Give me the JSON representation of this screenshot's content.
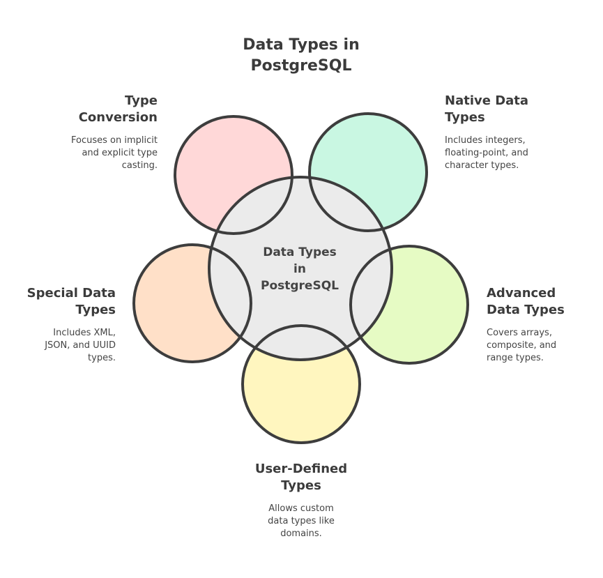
{
  "title": "Data Types in\nPostgreSQL",
  "center": {
    "label": "Data Types\nin\nPostgreSQL",
    "fill": "#ebebeb"
  },
  "nodes": [
    {
      "id": "type-conversion",
      "heading": "Type\nConversion",
      "description": "Focuses on implicit\nand explicit type\ncasting.",
      "color": "#ffd8d8"
    },
    {
      "id": "native",
      "heading": "Native Data\nTypes",
      "description": "Includes integers,\nfloating-point, and\ncharacter types.",
      "color": "#c9f7e2"
    },
    {
      "id": "advanced",
      "heading": "Advanced\nData Types",
      "description": "Covers arrays,\ncomposite, and\nrange types.",
      "color": "#e6fbc4"
    },
    {
      "id": "user-defined",
      "heading": "User-Defined\nTypes",
      "description": "Allows custom\ndata types like\ndomains.",
      "color": "#fff6bf"
    },
    {
      "id": "special",
      "heading": "Special Data\nTypes",
      "description": "Includes XML,\nJSON, and UUID\ntypes.",
      "color": "#ffe0c8"
    }
  ],
  "stroke_color": "#3d3d3d"
}
